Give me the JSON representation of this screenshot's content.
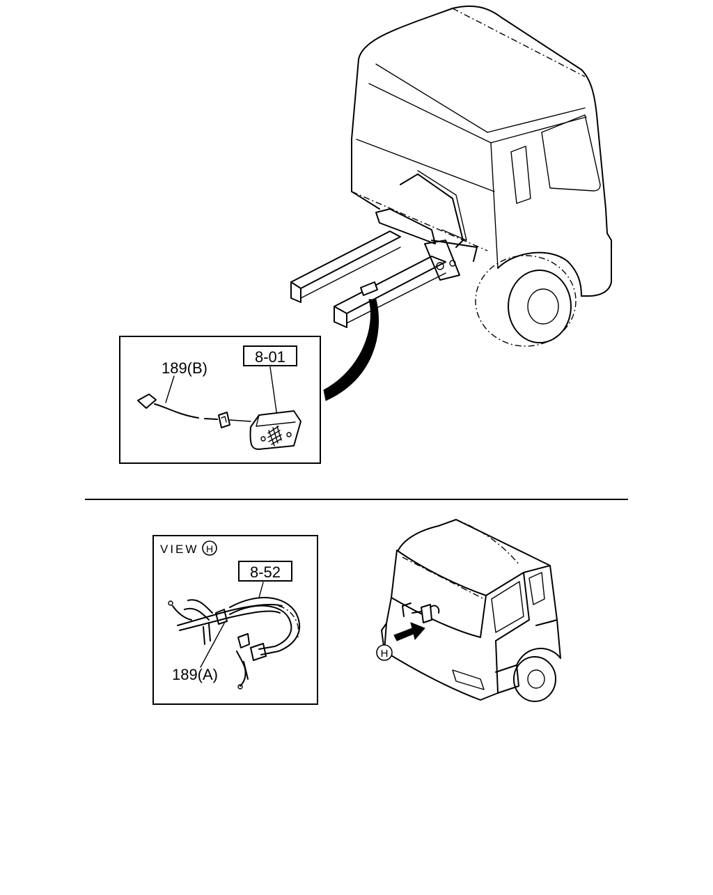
{
  "upper_detail": {
    "ref_code": "8-01",
    "part_label": "189(B)"
  },
  "lower_view": {
    "view_word": "VIEW",
    "view_letter": "H",
    "ref_code": "8-52",
    "part_label": "189(A)"
  },
  "cab_callout": {
    "letter": "H"
  },
  "colors": {
    "line": "#000000",
    "background": "#ffffff"
  }
}
